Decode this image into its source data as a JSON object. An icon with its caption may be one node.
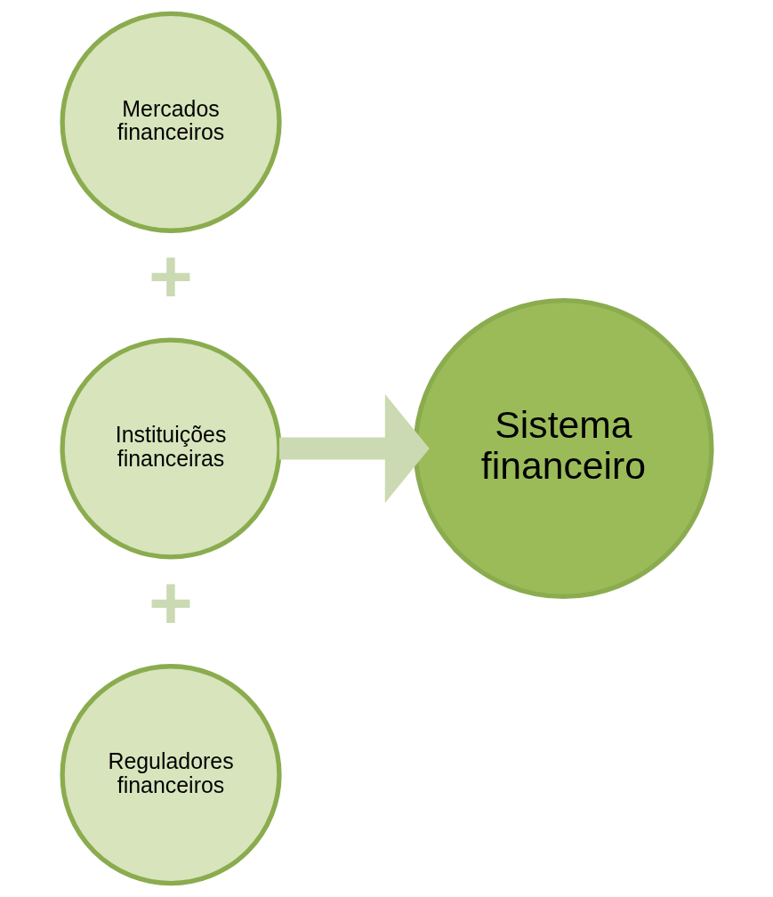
{
  "diagram": {
    "nodes": [
      {
        "text": [
          "Mercados financeiros"
        ]
      },
      {
        "text": [
          "Instituições financeiras"
        ]
      },
      {
        "text": [
          "Reguladores financeiros"
        ]
      },
      {
        "text": [
          "Sistema financeiro"
        ]
      }
    ],
    "edges": [
      {
        "from": 1,
        "to": 3,
        "arrow": "to",
        "color": "#cbdab3"
      }
    ],
    "labels": [
      "+",
      "+"
    ]
  }
}
